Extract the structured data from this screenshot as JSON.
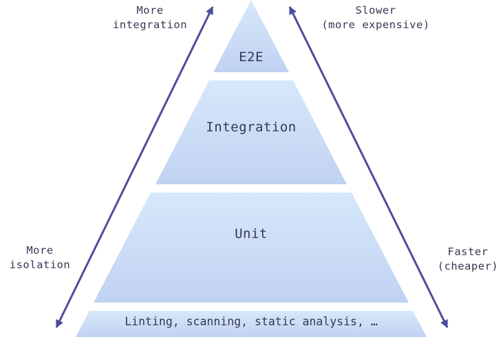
{
  "diagram": {
    "type": "testing-pyramid",
    "layers": [
      {
        "label": "E2E"
      },
      {
        "label": "Integration"
      },
      {
        "label": "Unit"
      },
      {
        "label": "Linting, scanning, static analysis, …"
      }
    ],
    "annotations": {
      "top_left": "More\nintegration",
      "top_right": "Slower\n(more expensive)",
      "bottom_left": "More\nisolation",
      "bottom_right": "Faster\n(cheaper)"
    },
    "colors": {
      "arrow": "#4d4c9c",
      "layer_top": "#d7e8fb",
      "layer_bottom": "#c0d2f1",
      "text": "#373752"
    }
  }
}
